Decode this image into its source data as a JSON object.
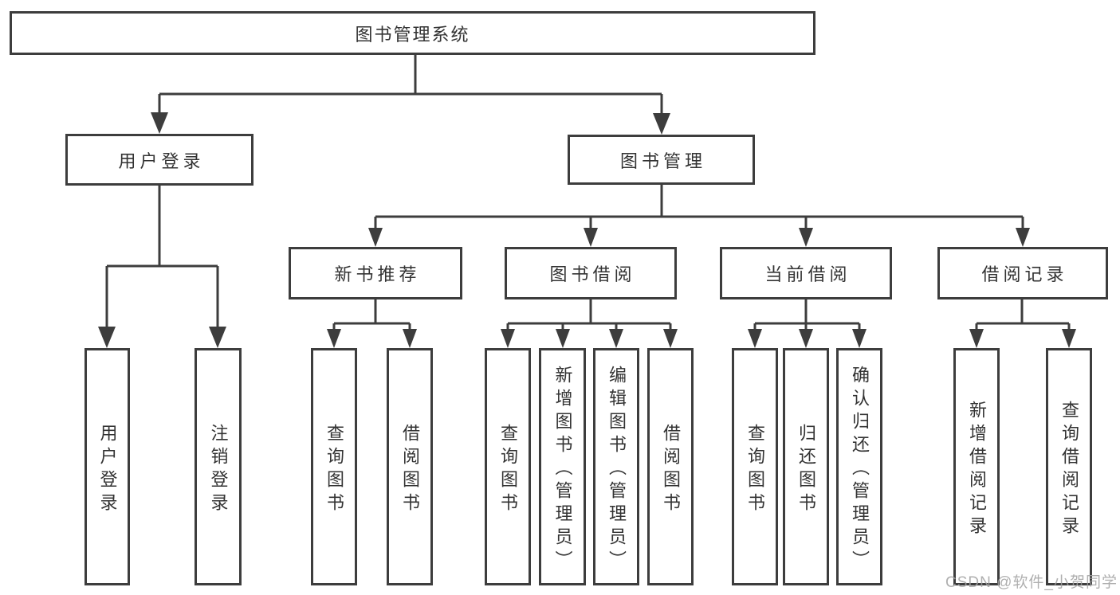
{
  "tree": {
    "label": "图书管理系统",
    "children": [
      {
        "label": "用户登录",
        "children": [
          {
            "label": "用户登录"
          },
          {
            "label": "注销登录"
          }
        ]
      },
      {
        "label": "图书管理",
        "children": [
          {
            "label": "新书推荐",
            "children": [
              {
                "label": "查询图书"
              },
              {
                "label": "借阅图书"
              }
            ]
          },
          {
            "label": "图书借阅",
            "children": [
              {
                "label": "查询图书"
              },
              {
                "label": "新增图书（管理员）"
              },
              {
                "label": "编辑图书（管理员）"
              },
              {
                "label": "借阅图书"
              }
            ]
          },
          {
            "label": "当前借阅",
            "children": [
              {
                "label": "查询图书"
              },
              {
                "label": "归还图书"
              },
              {
                "label": "确认归还（管理员）"
              }
            ]
          },
          {
            "label": "借阅记录",
            "children": [
              {
                "label": "新增借阅记录"
              },
              {
                "label": "查询借阅记录"
              }
            ]
          }
        ]
      }
    ]
  },
  "watermark": {
    "text": "CSDN @软件_小贺同学"
  },
  "colors": {
    "line": "#3d3d3d",
    "box_border": "#3d3d3d",
    "text": "#333333",
    "background": "#ffffff",
    "watermark": "#a2a2a2"
  }
}
